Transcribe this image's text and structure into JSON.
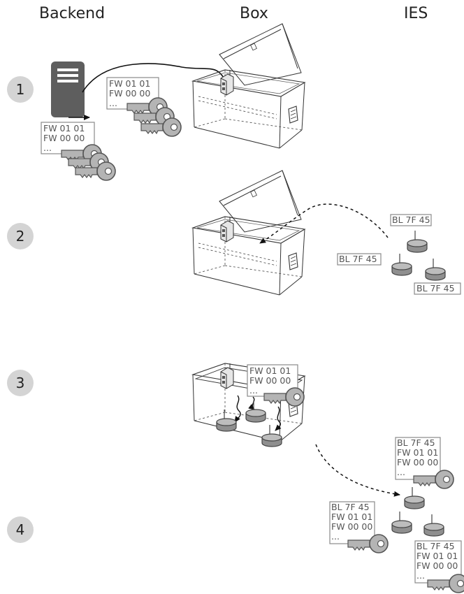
{
  "headers": {
    "backend": "Backend",
    "box": "Box",
    "ies": "IES"
  },
  "steps": [
    "1",
    "2",
    "3",
    "4"
  ],
  "labels": {
    "fw1": "FW 01 01",
    "fw2": "FW 00 00",
    "more": "...",
    "bl": "BL 7F 45"
  },
  "colors": {
    "server": "#5e5e5e",
    "key": "#b4b4b4",
    "disk": "#a8a8a8",
    "step_circle": "#d4d4d4",
    "label_border": "#8a8a8a"
  }
}
